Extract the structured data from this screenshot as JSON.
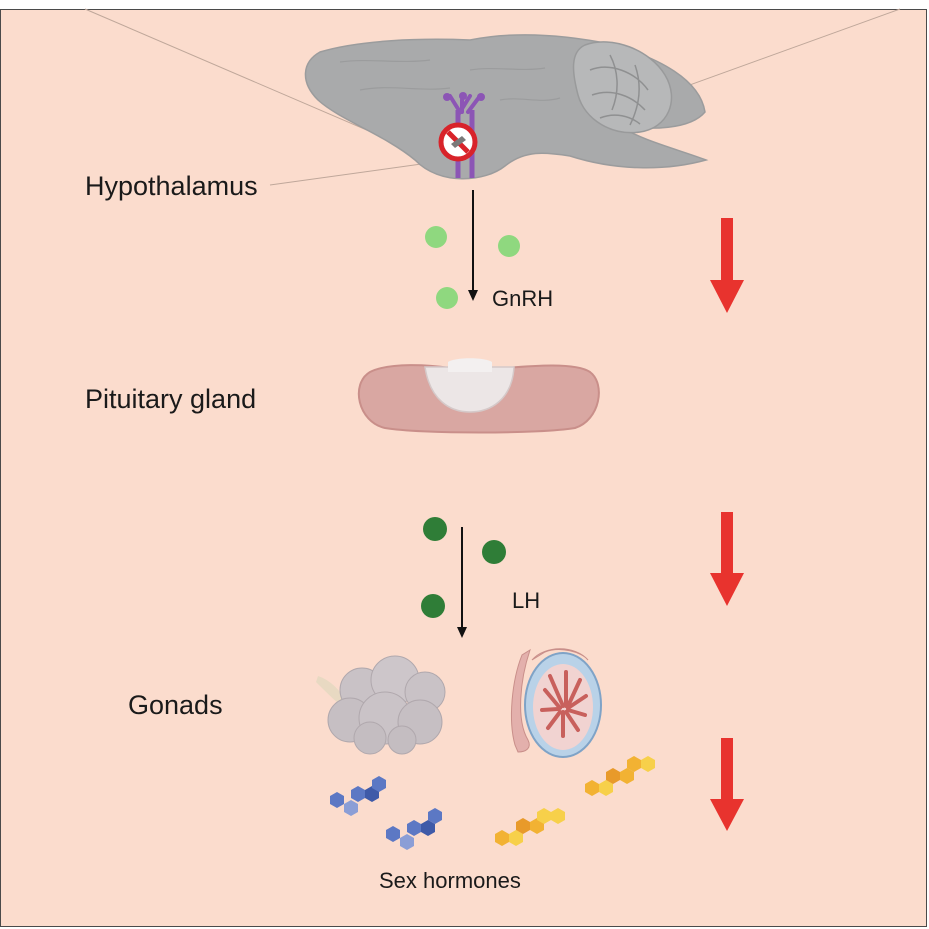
{
  "labels": {
    "hypothalamus": "Hypothalamus",
    "gnrh": "GnRH",
    "pituitary": "Pituitary gland",
    "lh": "LH",
    "gonads": "Gonads",
    "sex_hormones": "Sex hormones"
  },
  "colors": {
    "background": "#fbdccd",
    "brain": "#a9aaab",
    "gnrh_neuron": "#8c55b5",
    "gnrh_dot": "#8fd87f",
    "lh_dot": "#2f7d37",
    "decrease_arrow": "#e8332e",
    "pituitary": "#d9a7a2",
    "blue_hormone": "#5c78c4",
    "yellow_hormone": "#f2b233"
  },
  "icons": {
    "inhibition": "prohibition-sign-icon",
    "decrease": "down-arrow-icon"
  }
}
